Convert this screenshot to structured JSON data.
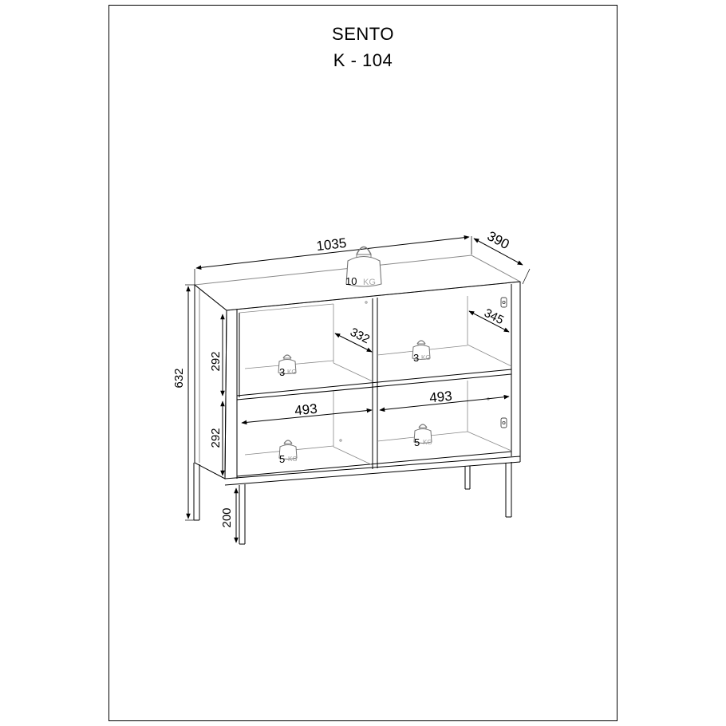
{
  "title": {
    "name": "SENTO",
    "code": "K - 104"
  },
  "dimensions": {
    "width": "1035",
    "depth": "390",
    "height": "632",
    "upper_compartment_height": "292",
    "lower_compartment_height": "292",
    "leg_height": "200",
    "left_compartment_width": "493",
    "right_compartment_width": "493",
    "inner_depth_left": "332",
    "inner_depth_right": "345"
  },
  "load_limits": {
    "top": "10",
    "upper_left_shelf": "3",
    "upper_right_shelf": "3",
    "lower_left_shelf": "5",
    "lower_right_shelf": "5",
    "unit_label": "KG"
  }
}
